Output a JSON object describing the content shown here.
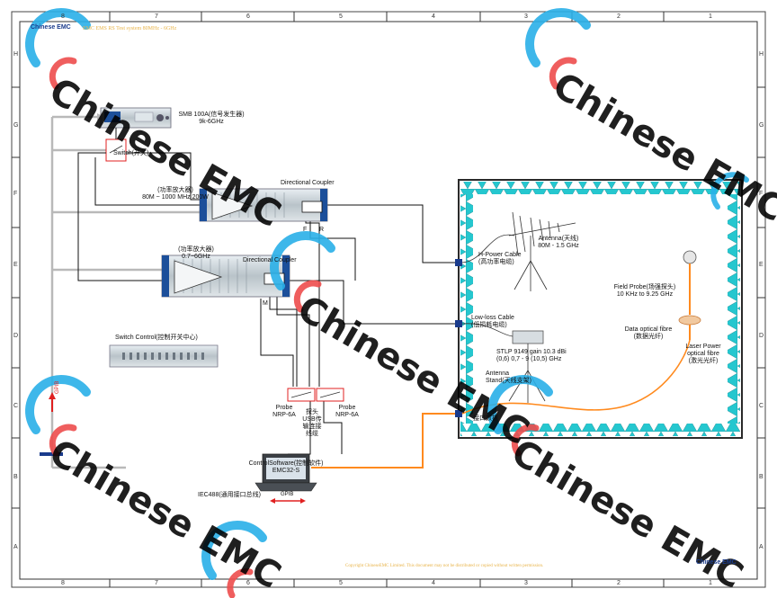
{
  "header": {
    "brand": "Chinese EMC",
    "title": "EMC EMS RS Test system 80MHz - 6GHz"
  },
  "ruler": {
    "top": [
      "8",
      "7",
      "6",
      "5",
      "4",
      "3",
      "2",
      "1"
    ],
    "side": [
      "H",
      "G",
      "F",
      "E",
      "D",
      "C",
      "B",
      "A"
    ]
  },
  "watermark": {
    "text": "Chinese EMC"
  },
  "labels": {
    "signal_generator": [
      "SMB 100A(信号发生器)",
      "9k-6GHz"
    ],
    "switch": "Switch(开关)",
    "amp1": [
      "(功率放大器)",
      "80M ~ 1000 MHz 200W"
    ],
    "coupler1": "Directional Coupler",
    "port_f": "F",
    "port_r": "R",
    "amp2": [
      "(功率放大器)",
      "0.7~6GHz"
    ],
    "coupler2": "Directional Coupler",
    "port_m": "M",
    "switch_control": "Switch Control(控制开关中心)",
    "antenna": [
      "Antenna(天线)",
      "80M - 1.5 GHz"
    ],
    "hpower_cable": [
      "H-Power Cable",
      "(高功率电缆)"
    ],
    "lowloss_cable": [
      "Low-loss Cable",
      "(低损耗电缆)"
    ],
    "stlp": [
      "STLP 9149 gain 10.3 dBi",
      "(0,6) 0,7 - 9 (10,5) GHz"
    ],
    "antenna_stand": [
      "Antenna",
      "Stand(天线支架)"
    ],
    "field_probe": [
      "Field Probe(场强探头)",
      "10 KHz to 9.25 GHz"
    ],
    "optical_fibre": [
      "Data optical fibre",
      "(数据光纤)"
    ],
    "laser_fibre": [
      "Laser Power",
      "optical fibre",
      "(激光光纤)"
    ],
    "interface": "接口数据",
    "probe1": [
      "Probe",
      "NRP-6A"
    ],
    "usb": [
      "探头",
      "USB传",
      "输连接",
      "线缆"
    ],
    "probe2": [
      "Probe",
      "NRP-6A"
    ],
    "software": [
      "ControlSoftware(控制软件)",
      "EMC32-S"
    ],
    "gpib": "GPIB",
    "iec": "IEC488(通用接口总线)",
    "gpib_vertical": "GPIB"
  },
  "footer": {
    "copyright": "Copyright ChineseEMC Limited. This document may not be distributed or copied without written permission."
  },
  "colors": {
    "chamber_absorber": "#25c7cf",
    "chamber_border": "#2a2a2a",
    "optical": "#ff8a1e",
    "gpib": "#e02020",
    "cable": "#111111",
    "frame": "#333333"
  }
}
